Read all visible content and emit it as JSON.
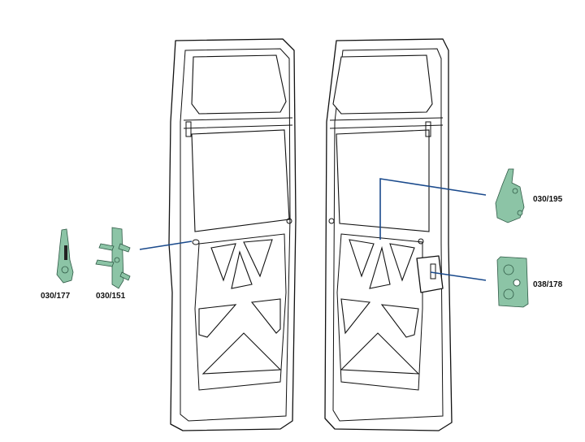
{
  "parts": [
    {
      "code": "030/177"
    },
    {
      "code": "030/151"
    },
    {
      "code": "030/195"
    },
    {
      "code": "038/178"
    }
  ],
  "colors": {
    "leader": "#1a4a8c",
    "part": "#8cc4a6"
  }
}
